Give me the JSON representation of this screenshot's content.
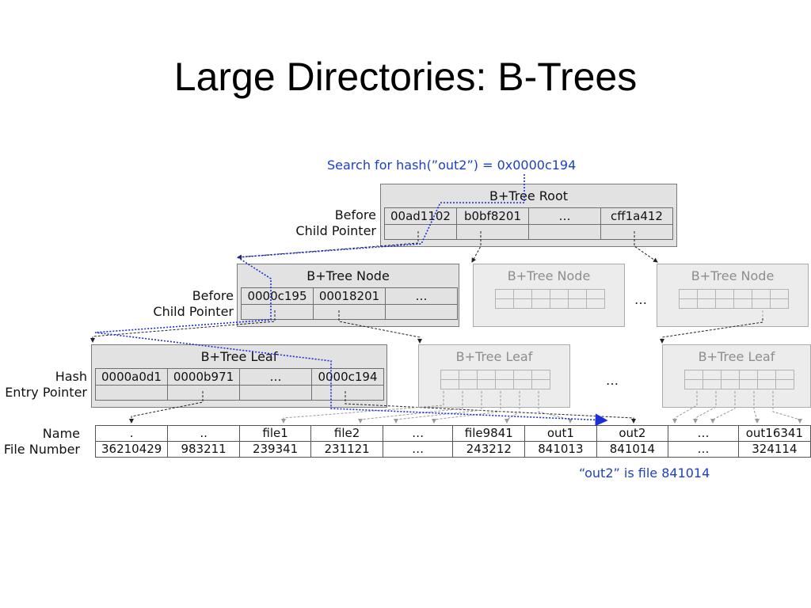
{
  "title": "Large Directories: B-Trees",
  "search_annotation": "Search for hash(”out2”) = 0x0000c194",
  "result_annotation": "“out2” is file 841014",
  "root": {
    "title": "B+Tree Root",
    "side_label": "Before\nChild Pointer",
    "keys": [
      "00ad1102",
      "b0bf8201",
      "…",
      "cff1a412"
    ]
  },
  "internal_node": {
    "title": "B+Tree Node",
    "side_label": "Before\nChild Pointer",
    "keys": [
      "0000c195",
      "00018201",
      "…"
    ]
  },
  "faded_node_title": "B+Tree Node",
  "leaf": {
    "title": "B+Tree Leaf",
    "side_label": "Hash\nEntry Pointer",
    "keys": [
      "0000a0d1",
      "0000b971",
      "…",
      "0000c194"
    ]
  },
  "faded_leaf_title": "B+Tree Leaf",
  "ellipsis": "…",
  "directory": {
    "row_labels": [
      "Name",
      "File Number"
    ],
    "names": [
      ".",
      "..",
      "file1",
      "file2",
      "…",
      "file9841",
      "out1",
      "out2",
      "…",
      "out16341"
    ],
    "numbers": [
      "36210429",
      "983211",
      "239341",
      "231121",
      "…",
      "243212",
      "841013",
      "841014",
      "…",
      "324114"
    ]
  },
  "colors": {
    "search_path": "#1a2fd6",
    "node_fill": "#e2e2e2",
    "faded_node_fill": "#ececec"
  }
}
